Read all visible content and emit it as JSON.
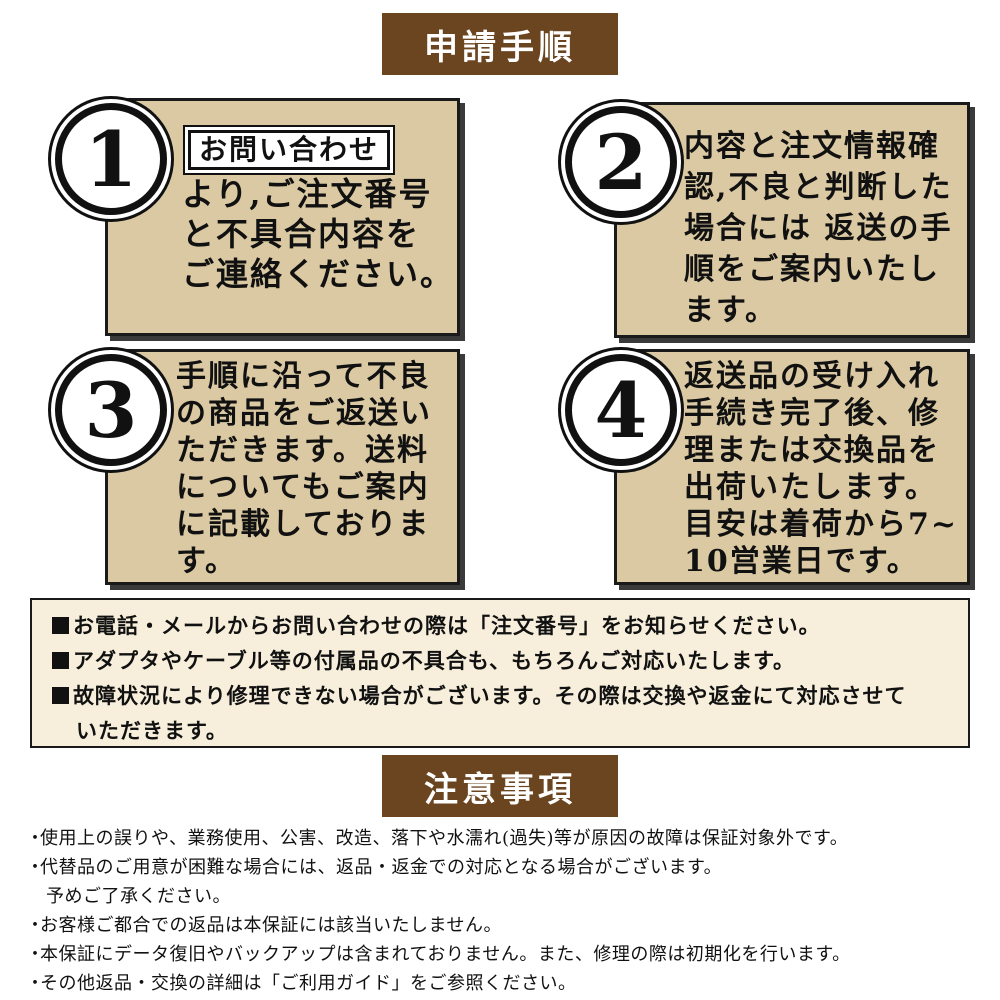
{
  "procedure": {
    "title": "申請手順",
    "steps": [
      {
        "number": "1",
        "tag": "お問い合わせ",
        "lines": [
          "より,ご注文番号",
          "と不具合内容を",
          "ご連絡ください。"
        ]
      },
      {
        "number": "2",
        "lines": [
          "内容と注文情報確",
          "認,不良と判断した",
          "場合には 返送の手",
          "順をご案内いたし",
          "ます。"
        ]
      },
      {
        "number": "3",
        "lines": [
          "手順に沿って不良",
          "の商品をご返送い",
          "ただきます。送料",
          "についてもご案内",
          "に記載しておりま",
          "す。"
        ]
      },
      {
        "number": "4",
        "lines": [
          "返送品の受け入れ",
          "手続き完了後、修",
          "理または交換品を",
          "出荷いたします。",
          "目安は着荷から7~",
          "10営業日です。"
        ]
      }
    ]
  },
  "info": {
    "items": [
      "お電話・メールからお問い合わせの際は「注文番号」をお知らせください。",
      "アダプタやケーブル等の付属品の不具合も、もちろんご対応いたします。",
      "故障状況により修理できない場合がございます。その際は交換や返金にて対応させて"
    ],
    "continuation": "いただきます。"
  },
  "caution": {
    "title": "注意事項",
    "bullet": "・",
    "items": [
      "使用上の誤りや、業務使用、公害、改造、落下や水濡れ(過失)等が原因の故障は保証対象外です。",
      "代替品のご用意が困難な場合には、返品・返金での対応となる場合がございます。",
      "お客様ご都合での返品は本保証には該当いたしません。",
      "本保証にデータ復旧やバックアップは含まれておりません。また、修理の際は初期化を行います。",
      "その他返品・交換の詳細は「ご利用ガイド」をご参照ください。"
    ],
    "item2_continuation": "予めご了承ください。"
  },
  "colors": {
    "banner": "#6b4420",
    "step_box": "#dac9a2",
    "info_box": "#f7efdb"
  }
}
